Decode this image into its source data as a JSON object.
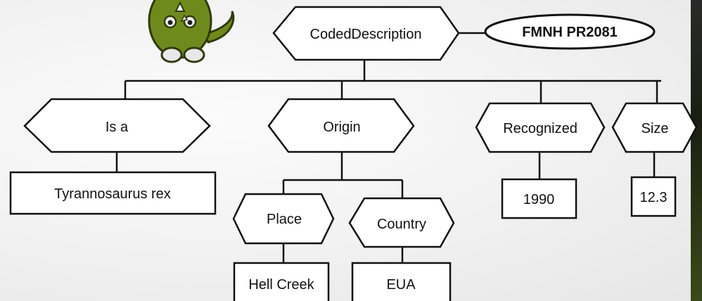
{
  "root": {
    "label": "CodedDescription",
    "specimen": "FMNH PR2081"
  },
  "branches": [
    {
      "id": "isa",
      "label": "Is a",
      "value": "Tyrannosaurus rex"
    },
    {
      "id": "origin",
      "label": "Origin",
      "children": [
        {
          "id": "place",
          "label": "Place",
          "value": "Hell Creek"
        },
        {
          "id": "country",
          "label": "Country",
          "value": "EUA"
        }
      ]
    },
    {
      "id": "recognized",
      "label": "Recognized",
      "value": "1990"
    },
    {
      "id": "size",
      "label": "Size",
      "value": "12.3"
    }
  ],
  "colors": {
    "mascot": "#6f8a1c",
    "mascot_dark": "#2f3a0b",
    "stroke": "#111111",
    "fill": "#ffffff"
  },
  "icons": {
    "mascot": "dinosaur-mascot"
  }
}
